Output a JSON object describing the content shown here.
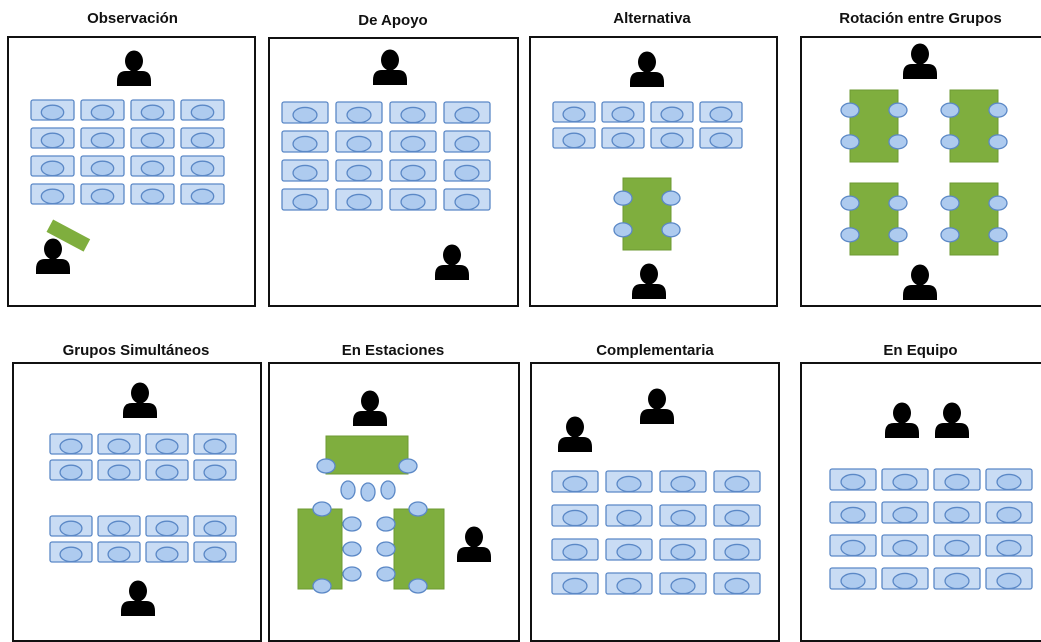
{
  "panels": [
    {
      "title": "Observación"
    },
    {
      "title": "De Apoyo"
    },
    {
      "title": "Alternativa"
    },
    {
      "title": "Rotación entre Grupos"
    },
    {
      "title": "Grupos Simultáneos"
    },
    {
      "title": "En Estaciones"
    },
    {
      "title": "Complementaria"
    },
    {
      "title": "En Equipo"
    }
  ],
  "colors": {
    "desk_fill": "#c9dcf4",
    "desk_stroke": "#5b88c6",
    "chair_fill": "#aecbef",
    "table_green": "#7fae3e",
    "person": "#000000",
    "border": "#111111"
  },
  "icons": {
    "person": "person-icon",
    "desk": "desk-icon",
    "group_table": "group-table-icon"
  }
}
